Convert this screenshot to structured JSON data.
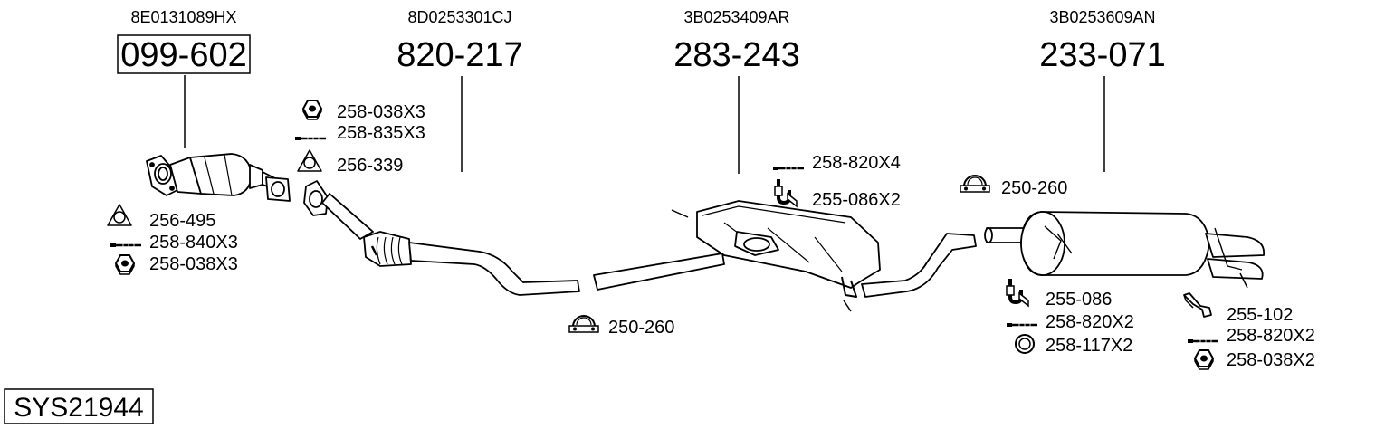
{
  "system_code": "SYS21944",
  "main_parts": [
    {
      "oem": "8E0131089HX",
      "number": "099-602",
      "boxed": true
    },
    {
      "oem": "8D0253301CJ",
      "number": "820-217",
      "boxed": false
    },
    {
      "oem": "3B0253409AR",
      "number": "283-243",
      "boxed": false
    },
    {
      "oem": "3B0253609AN",
      "number": "233-071",
      "boxed": false
    }
  ],
  "small_parts": [
    {
      "label": "256-495",
      "icon": "gasket-triangle-icon"
    },
    {
      "label": "258-840X3",
      "icon": "bolt-icon"
    },
    {
      "label": "258-038X3",
      "icon": "nut-icon"
    },
    {
      "label": "258-038X3",
      "icon": "nut-icon"
    },
    {
      "label": "258-835X3",
      "icon": "bolt-icon"
    },
    {
      "label": "256-339",
      "icon": "gasket-triangle-icon"
    },
    {
      "label": "250-260",
      "icon": "clamp-icon"
    },
    {
      "label": "258-820X4",
      "icon": "bolt-icon"
    },
    {
      "label": "255-086X2",
      "icon": "hanger-icon"
    },
    {
      "label": "250-260",
      "icon": "clamp-icon"
    },
    {
      "label": "255-086",
      "icon": "hanger-icon"
    },
    {
      "label": "258-820X2",
      "icon": "bolt-icon"
    },
    {
      "label": "258-117X2",
      "icon": "ring-gasket-icon"
    },
    {
      "label": "255-102",
      "icon": "bracket-icon"
    },
    {
      "label": "258-820X2",
      "icon": "bolt-icon"
    },
    {
      "label": "258-038X2",
      "icon": "nut-icon"
    }
  ]
}
